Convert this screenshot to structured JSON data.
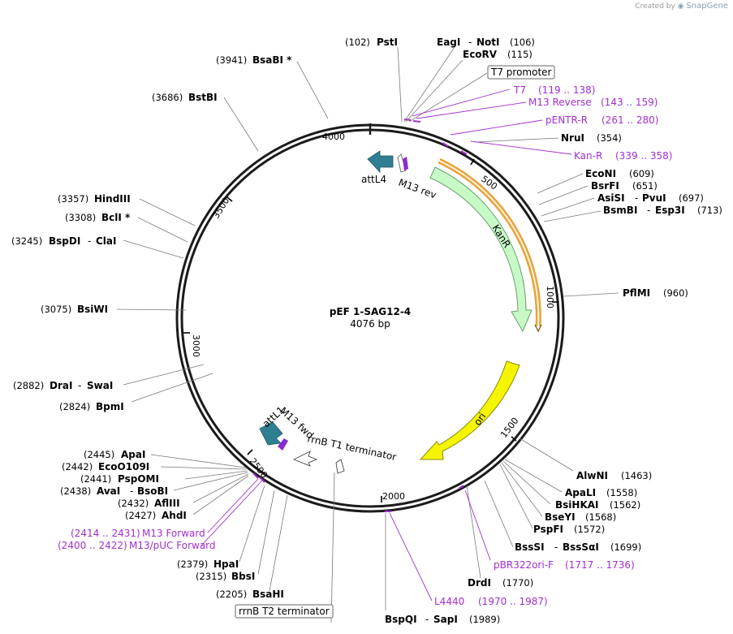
{
  "credit": {
    "prefix": "Created by",
    "brand": "SnapGene"
  },
  "plasmid": {
    "name": "pEF 1-SAG12-4",
    "size": "4076 bp"
  },
  "ticks": [
    "500",
    "1000",
    "1500",
    "2000",
    "2500",
    "3000",
    "3500",
    "4000"
  ],
  "sites": [
    {
      "pos": "(102)",
      "name": "PstI"
    },
    {
      "pos": "(106)",
      "name": "EagI",
      "name2": "NotI"
    },
    {
      "pos": "(115)",
      "name": "EcoRV"
    },
    {
      "pos": "(354)",
      "name": "NruI"
    },
    {
      "pos": "(609)",
      "name": "EcoNI"
    },
    {
      "pos": "(651)",
      "name": "BsrFI"
    },
    {
      "pos": "(697)",
      "name": "AsiSI",
      "name2": "PvuI"
    },
    {
      "pos": "(713)",
      "name": "BsmBI",
      "name2": "Esp3I"
    },
    {
      "pos": "(960)",
      "name": "PflMI"
    },
    {
      "pos": "(1463)",
      "name": "AlwNI"
    },
    {
      "pos": "(1558)",
      "name": "ApaLI"
    },
    {
      "pos": "(1562)",
      "name": "BsiHKAI"
    },
    {
      "pos": "(1568)",
      "name": "BseYI"
    },
    {
      "pos": "(1572)",
      "name": "PspFI"
    },
    {
      "pos": "(1699)",
      "name": "BssSI",
      "name2": "BssSαI"
    },
    {
      "pos": "(1770)",
      "name": "DrdI"
    },
    {
      "pos": "(1989)",
      "name": "BspQI",
      "name2": "SapI"
    },
    {
      "pos": "(2205)",
      "name": "BsaHI"
    },
    {
      "pos": "(2315)",
      "name": "BbsI"
    },
    {
      "pos": "(2379)",
      "name": "HpaI"
    },
    {
      "pos": "(2427)",
      "name": "AhdI"
    },
    {
      "pos": "(2432)",
      "name": "AflIII"
    },
    {
      "pos": "(2438)",
      "name": "AvaI",
      "name2": "BsoBI"
    },
    {
      "pos": "(2441)",
      "name": "PspOMI"
    },
    {
      "pos": "(2442)",
      "name": "EcoO109I"
    },
    {
      "pos": "(2445)",
      "name": "ApaI"
    },
    {
      "pos": "(2824)",
      "name": "BpmI"
    },
    {
      "pos": "(2882)",
      "name": "DraI",
      "name2": "SwaI"
    },
    {
      "pos": "(3075)",
      "name": "BsiWI"
    },
    {
      "pos": "(3245)",
      "name": "BspDI",
      "name2": "ClaI"
    },
    {
      "pos": "(3308)",
      "name": "BclI *"
    },
    {
      "pos": "(3357)",
      "name": "HindIII"
    },
    {
      "pos": "(3686)",
      "name": "BstBI"
    },
    {
      "pos": "(3941)",
      "name": "BsaBI *"
    }
  ],
  "primers": [
    {
      "name": "T7",
      "range": "(119 .. 138)"
    },
    {
      "name": "M13 Reverse",
      "range": "(143 .. 159)"
    },
    {
      "name": "pENTR-R",
      "range": "(261 .. 280)"
    },
    {
      "name": "Kan-R",
      "range": "(339 .. 358)"
    },
    {
      "name": "pBR322ori-F",
      "range": "(1717 .. 1736)"
    },
    {
      "name": "L4440",
      "range": "(1970 .. 1987)"
    },
    {
      "name": "M13 Forward",
      "range": "(2414 .. 2431)"
    },
    {
      "name": "M13/pUC Forward",
      "range": "(2400 .. 2422)"
    }
  ],
  "features": {
    "t7_promoter": "T7 promoter",
    "rrnb_t2": "rrnB T2 terminator",
    "rrnb_t1": "rrnB T1 terminator",
    "kanr": "KanR",
    "ori": "ori",
    "attl4": "attL4",
    "attl1": "attL1",
    "m13_rev": "M13 rev",
    "m13_fwd": "M13 fwd"
  },
  "colors": {
    "kanr_fill": "#c8fac8",
    "ori_fill": "#f5f500",
    "att_fill": "#2f7f93",
    "primer": "#a22fd0",
    "orange": "#e8a33a"
  }
}
